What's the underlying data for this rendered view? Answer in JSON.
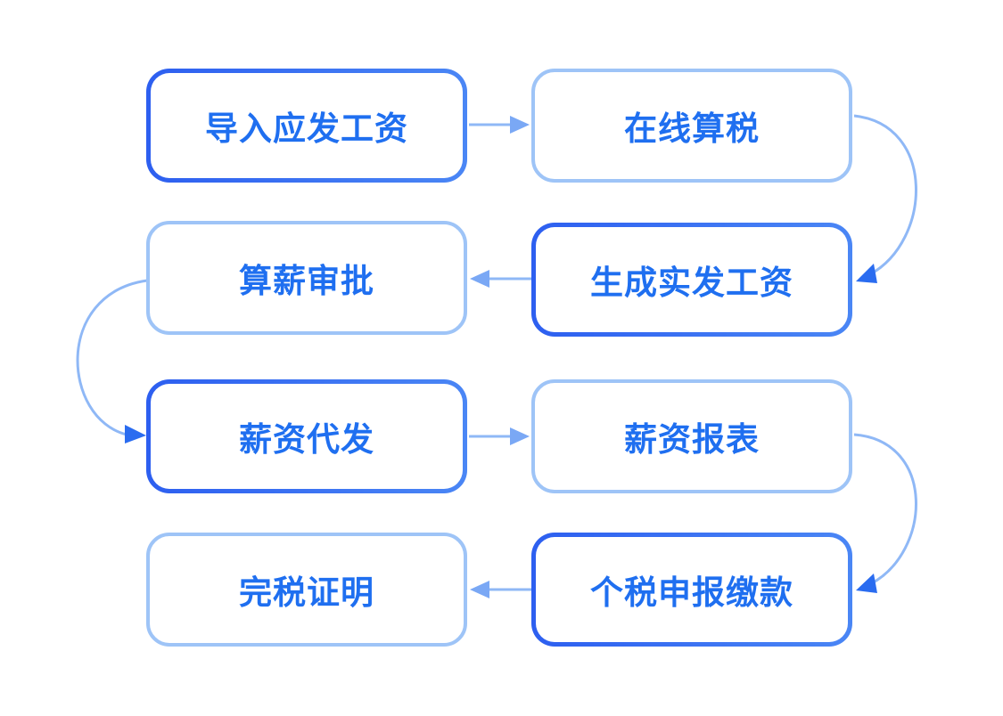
{
  "steps": [
    {
      "label": "导入应发工资"
    },
    {
      "label": "在线算税"
    },
    {
      "label": "生成实发工资"
    },
    {
      "label": "算薪审批"
    },
    {
      "label": "薪资代发"
    },
    {
      "label": "薪资报表"
    },
    {
      "label": "个税申报缴款"
    },
    {
      "label": "完税证明"
    }
  ],
  "colors": {
    "strong_border": "#2d5ff0",
    "light_border": "#9ec4f7",
    "text": "#1f6ff0",
    "connector": "#8fb8f6",
    "arrowhead": "#2a6cf0"
  }
}
